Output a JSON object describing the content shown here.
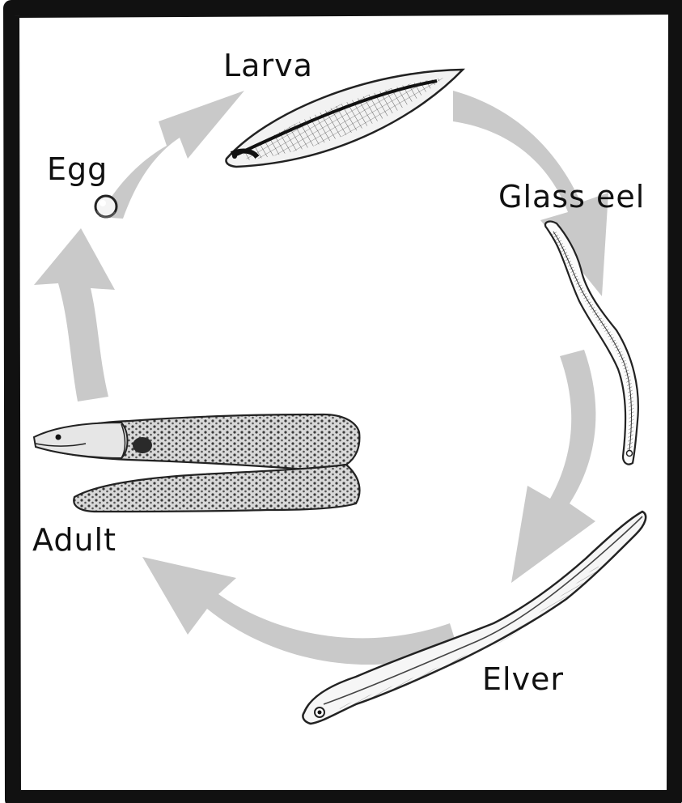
{
  "diagram": {
    "stages": [
      {
        "id": "egg",
        "label": "Egg"
      },
      {
        "id": "larva",
        "label": "Larva"
      },
      {
        "id": "glass-eel",
        "label": "Glass eel"
      },
      {
        "id": "elver",
        "label": "Elver"
      },
      {
        "id": "adult",
        "label": "Adult"
      }
    ],
    "colors": {
      "frame": "#111111",
      "arrow": "#c9c9c9",
      "ink": "#2a2a2a",
      "background": "#ffffff"
    }
  }
}
